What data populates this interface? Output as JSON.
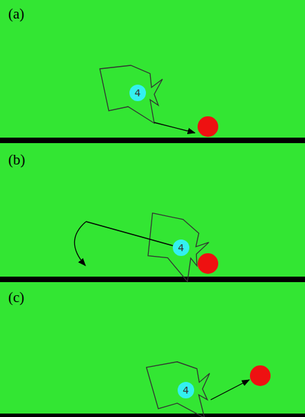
{
  "diagram": {
    "nodes": [
      {
        "text": [
          "4"
        ]
      },
      {
        "text": [
          "4"
        ]
      },
      {
        "text": [
          "4"
        ]
      }
    ],
    "edges": [],
    "labels": [
      "(a)",
      "(b)",
      "(c)"
    ]
  }
}
